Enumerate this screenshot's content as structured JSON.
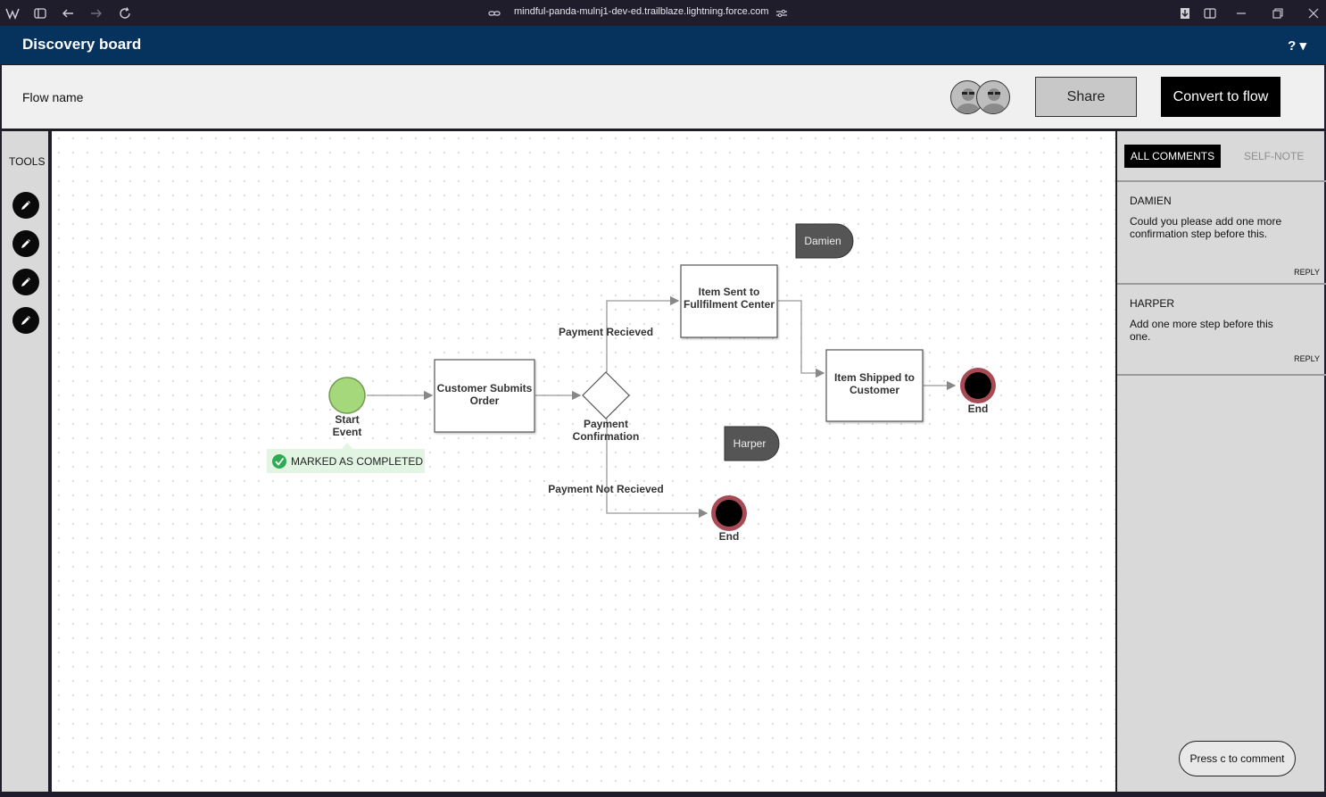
{
  "browser": {
    "url": "mindful-panda-mulnj1-dev-ed.trailblaze.lightning.force.com"
  },
  "app": {
    "title": "Discovery board",
    "help_label": "? ▾"
  },
  "flowbar": {
    "flow_name": "Flow name",
    "share_label": "Share",
    "convert_label": "Convert to flow"
  },
  "tools": {
    "label": "TOOLS"
  },
  "diagram": {
    "start_label_line1": "Start",
    "start_label_line2": "Event",
    "completed_badge": "MARKED AS COMPLETED",
    "customer_submits_line1": "Customer Submits",
    "customer_submits_line2": "Order",
    "payment_confirmation_line1": "Payment",
    "payment_confirmation_line2": "Confirmation",
    "payment_received": "Payment Recieved",
    "payment_not_received": "Payment Not Recieved",
    "item_sent_line1": "Item Sent to",
    "item_sent_line2": "Fullfilment Center",
    "item_shipped_line1": "Item Shipped to",
    "item_shipped_line2": "Customer",
    "end_label_1": "End",
    "end_label_2": "End",
    "bubble_damien": "Damien",
    "bubble_harper": "Harper"
  },
  "comments": {
    "tab_all": "ALL COMMENTS",
    "tab_self": "SELF-NOTE",
    "items": [
      {
        "author": "DAMIEN",
        "text": "Could you please add one more confirmation step before this.",
        "reply": "REPLY"
      },
      {
        "author": "HARPER",
        "text": "Add one more step before this one.",
        "reply": "REPLY"
      }
    ],
    "press_c": "Press c to comment"
  },
  "colors": {
    "header_bg": "#06325e",
    "start_event": "#a5d87a",
    "end_ring": "#a84a55",
    "completed_bg": "#e2f4e2",
    "completed_check": "#2eab52"
  }
}
